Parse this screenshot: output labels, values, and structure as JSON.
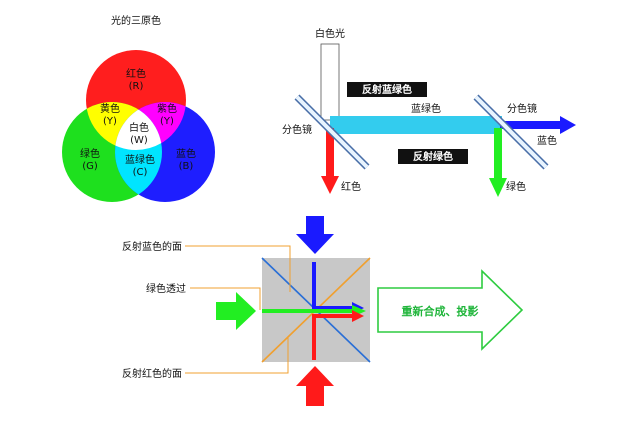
{
  "color_wheel": {
    "title": "光的三原色",
    "red": {
      "name": "红色",
      "code": "(R)"
    },
    "green": {
      "name": "绿色",
      "code": "(G)"
    },
    "blue": {
      "name": "蓝色",
      "code": "(B)"
    },
    "yellow": {
      "name": "黄色",
      "code": "(Y)"
    },
    "magenta": {
      "name": "紫色",
      "code": "(Y)"
    },
    "cyan": {
      "name": "蓝绿色",
      "code": "(C)"
    },
    "white": {
      "name": "白色",
      "code": "(W)"
    }
  },
  "dichroic": {
    "white_light": "白色光",
    "reflect_blue_green": "反射蓝绿色",
    "cyan_beam": "蓝绿色",
    "mirror_left": "分色镜",
    "mirror_right": "分色镜",
    "reflect_green": "反射绿色",
    "red_out": "红色",
    "green_out": "绿色",
    "blue_out": "蓝色"
  },
  "prism": {
    "reflect_blue_face": "反射蓝色的面",
    "green_pass": "绿色透过",
    "reflect_red_face": "反射红色的面",
    "recombine": "重新合成、投影"
  },
  "colors": {
    "red": "#ff1a1a",
    "green": "#22ee22",
    "blue": "#1a1aff",
    "cyan": "#33ccee",
    "prism_gray": "#c8c8c8",
    "orange_line": "#f0a030",
    "arrow_green": "#2ecc40"
  }
}
